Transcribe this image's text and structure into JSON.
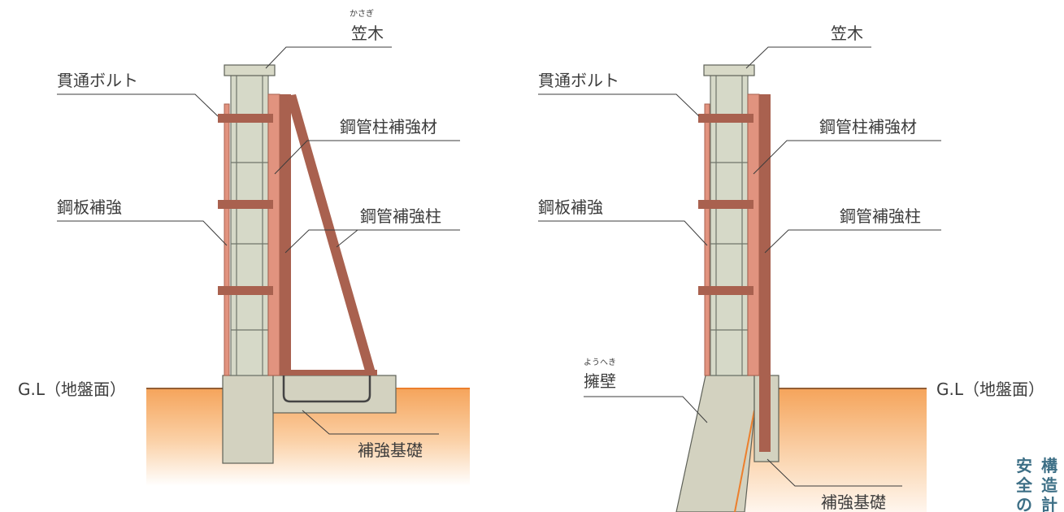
{
  "left_figure": {
    "cap_ruby": "かさぎ",
    "cap": "笠木",
    "through_bolt": "貫通ボルト",
    "steel_pipe_brace": "鋼管柱補強材",
    "steel_plate": "鋼板補強",
    "steel_pipe_column": "鋼管補強柱",
    "ground_level": "G.L（地盤面）",
    "foundation": "補強基礎"
  },
  "right_figure": {
    "cap": "笠木",
    "through_bolt": "貫通ボルト",
    "steel_pipe_brace": "鋼管柱補強材",
    "steel_plate": "鋼板補強",
    "steel_pipe_column": "鋼管補強柱",
    "retaining_wall_ruby": "ようへき",
    "retaining_wall": "擁壁",
    "ground_level": "G.L（地盤面）",
    "foundation": "補強基礎"
  },
  "side_text": {
    "col1_1": "構",
    "col1_2": "造",
    "col1_3": "計",
    "col2_1": "安",
    "col2_2": "全",
    "col2_3": "の"
  },
  "colors": {
    "rust": "#a9614f",
    "rust_light": "#e1937f",
    "block_fill": "#d6d9c8",
    "block_line": "#6f756a",
    "concrete": "#d3d2c0",
    "ground_top": "#f3a25a",
    "ground_edge": "#ec7f2c",
    "accent_text": "#3d6f86"
  }
}
